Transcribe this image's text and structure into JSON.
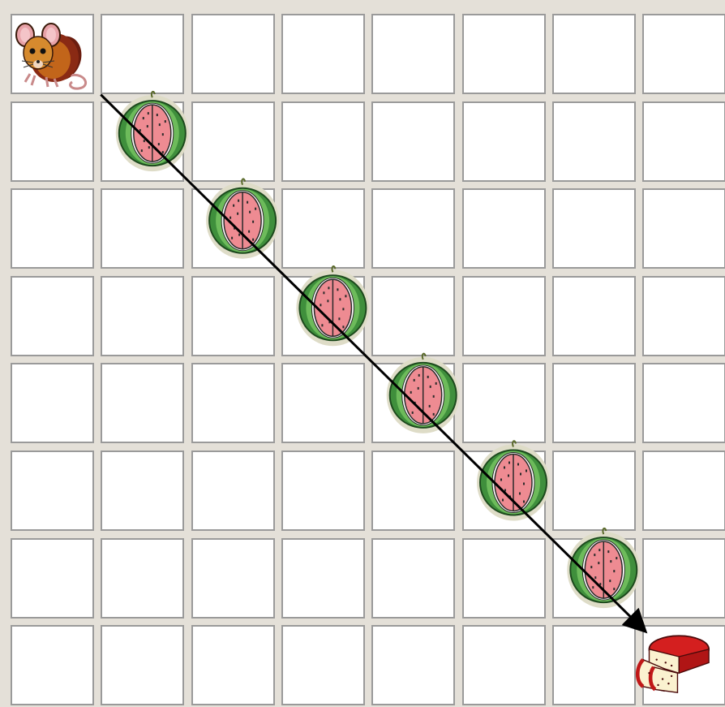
{
  "board": {
    "rows": 8,
    "cols": 8,
    "grid_color": "#9a9a9a",
    "background": "#e4e0d8",
    "pieces": [
      {
        "type": "mouse-icon",
        "row": 0,
        "col": 0
      },
      {
        "type": "watermelon-icon",
        "row": 1,
        "col": 1
      },
      {
        "type": "watermelon-icon",
        "row": 2,
        "col": 2
      },
      {
        "type": "watermelon-icon",
        "row": 3,
        "col": 3
      },
      {
        "type": "watermelon-icon",
        "row": 4,
        "col": 4
      },
      {
        "type": "watermelon-icon",
        "row": 5,
        "col": 5
      },
      {
        "type": "watermelon-icon",
        "row": 6,
        "col": 6
      },
      {
        "type": "cheese-icon",
        "row": 7,
        "col": 7
      }
    ],
    "path": {
      "from": {
        "row": 0,
        "col": 0
      },
      "to": {
        "row": 7,
        "col": 7
      },
      "color": "#000000",
      "direction": "down-right"
    }
  }
}
